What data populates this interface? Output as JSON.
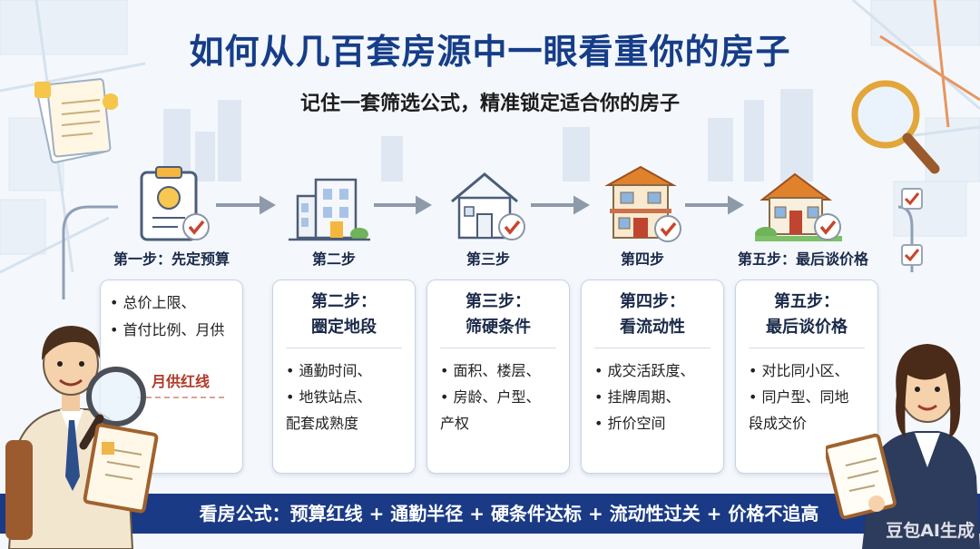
{
  "title": "如何从几百套房源中一眼看重你的房子",
  "subtitle": "记住一套筛选公式，精准锁定适合你的房子",
  "steps": [
    {
      "label": "第一步：先定预算",
      "items": [
        "• 总价上限、",
        "• 首付比例、月供"
      ],
      "note": "月供红线",
      "icon": "budget-document-icon"
    },
    {
      "label": "第二步",
      "card_title_1": "第二步：",
      "card_title_2": "圈定地段",
      "items": [
        "• 通勤时间、",
        "• 地铁站点、",
        "配套成熟度"
      ],
      "icon": "office-building-icon"
    },
    {
      "label": "第三步",
      "card_title_1": "第三步：",
      "card_title_2": "筛硬条件",
      "items": [
        "• 面积、楼层、",
        "• 房龄、户型、",
        "产权"
      ],
      "icon": "house-outline-icon"
    },
    {
      "label": "第四步",
      "card_title_1": "第四步：",
      "card_title_2": "看流动性",
      "items": [
        "• 成交活跃度、",
        "• 挂牌周期、",
        "• 折价空间"
      ],
      "icon": "townhouse-icon"
    },
    {
      "label": "第五步：最后谈价格",
      "card_title_1": "第五步：",
      "card_title_2": "最后谈价格",
      "items": [
        "• 对比同小区、",
        "• 同户型、同地",
        "段成交价"
      ],
      "icon": "house-with-garden-icon"
    }
  ],
  "formula": "看房公式：预算红线 + 通勤半径 + 硬条件达标 + 流动性过关 + 价格不追高",
  "watermark": "豆包AI生成",
  "colors": {
    "title": "#163d88",
    "formula_bg": "#1a3a86",
    "accent_orange": "#e0822c",
    "check_red": "#c8452d",
    "note_red": "#b33a2a"
  }
}
